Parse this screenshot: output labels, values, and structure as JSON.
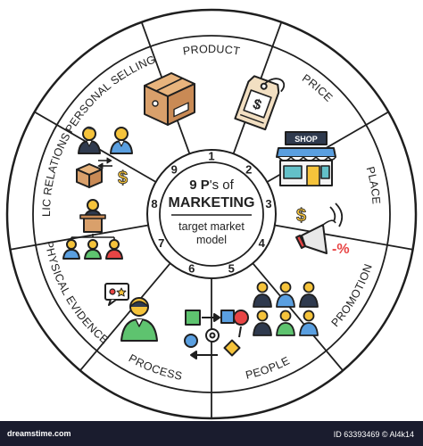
{
  "center": {
    "title_num": "9 P",
    "title_rest": "'s of",
    "title_main": "MARKETING",
    "subtitle_1": "target market",
    "subtitle_2": "model"
  },
  "segments": [
    {
      "label": "PRODUCT",
      "number": "1"
    },
    {
      "label": "PRICE",
      "number": "2"
    },
    {
      "label": "PLACE",
      "number": "3"
    },
    {
      "label": "PROMOTION",
      "number": "4"
    },
    {
      "label": "PEOPLE",
      "number": "5"
    },
    {
      "label": "PROCESS",
      "number": "6"
    },
    {
      "label": "PHYSICAL EVIDENCE",
      "number": "7"
    },
    {
      "label": "PUBLIC RELATIONS",
      "number": "8"
    },
    {
      "label": "PERSONAL SELLING",
      "number": "9"
    }
  ],
  "icon_text": {
    "shop_sign": "SHOP",
    "dollar": "$",
    "percent": "-%"
  },
  "footer": {
    "brand": "dreamstime.com",
    "id_text": "ID 63393469 © Al4k14"
  },
  "colors": {
    "outline": "#1f1f1f",
    "tan": "#d9a06b",
    "yellow": "#f5c33b",
    "green": "#5ec36f",
    "blue": "#5a9fe0",
    "red": "#e84545",
    "teal": "#63c0c8",
    "footer_bg": "#1a1c2e"
  }
}
